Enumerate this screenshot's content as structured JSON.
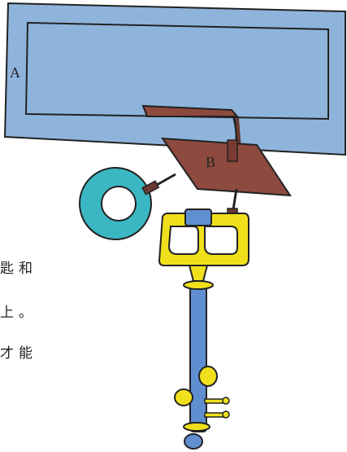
{
  "labels": {
    "a": "A",
    "b": "B"
  },
  "side_text": [
    "匙和",
    "上。",
    "才能"
  ],
  "colors": {
    "frame_fill": "#8fb4dc",
    "frame_stroke": "#222222",
    "board_fill": "#8e4a3f",
    "ring_fill": "#3bb7c3",
    "key_yellow": "#f0e01c",
    "key_blue": "#5f8fd0"
  }
}
